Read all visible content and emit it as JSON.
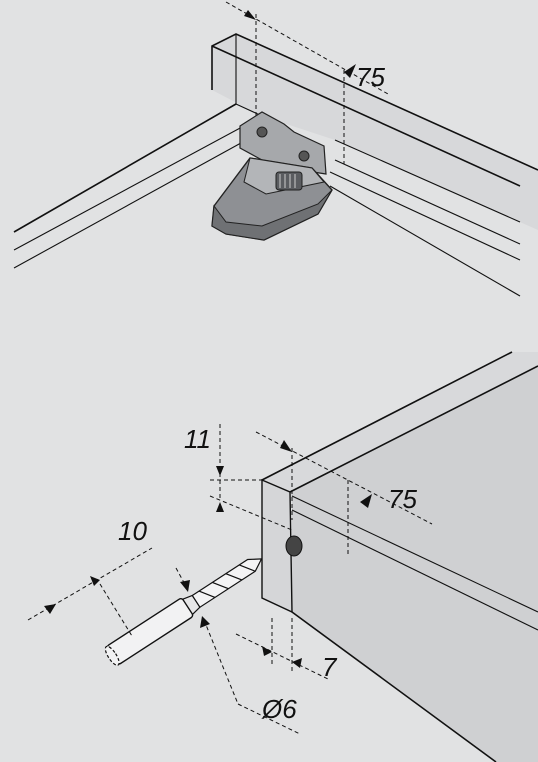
{
  "diagram": {
    "top_view": {
      "dimension_75": "75"
    },
    "bottom_view": {
      "dimension_11": "11",
      "dimension_75": "75",
      "dimension_10": "10",
      "dimension_7": "7",
      "dimension_dia6": "Ø6"
    }
  },
  "colors": {
    "background": "#e1e2e3",
    "panel_fill": "#cfd0d2",
    "hinge_dark": "#6f7174",
    "hinge_mid": "#8e9094",
    "hinge_light": "#b3b5b8"
  }
}
